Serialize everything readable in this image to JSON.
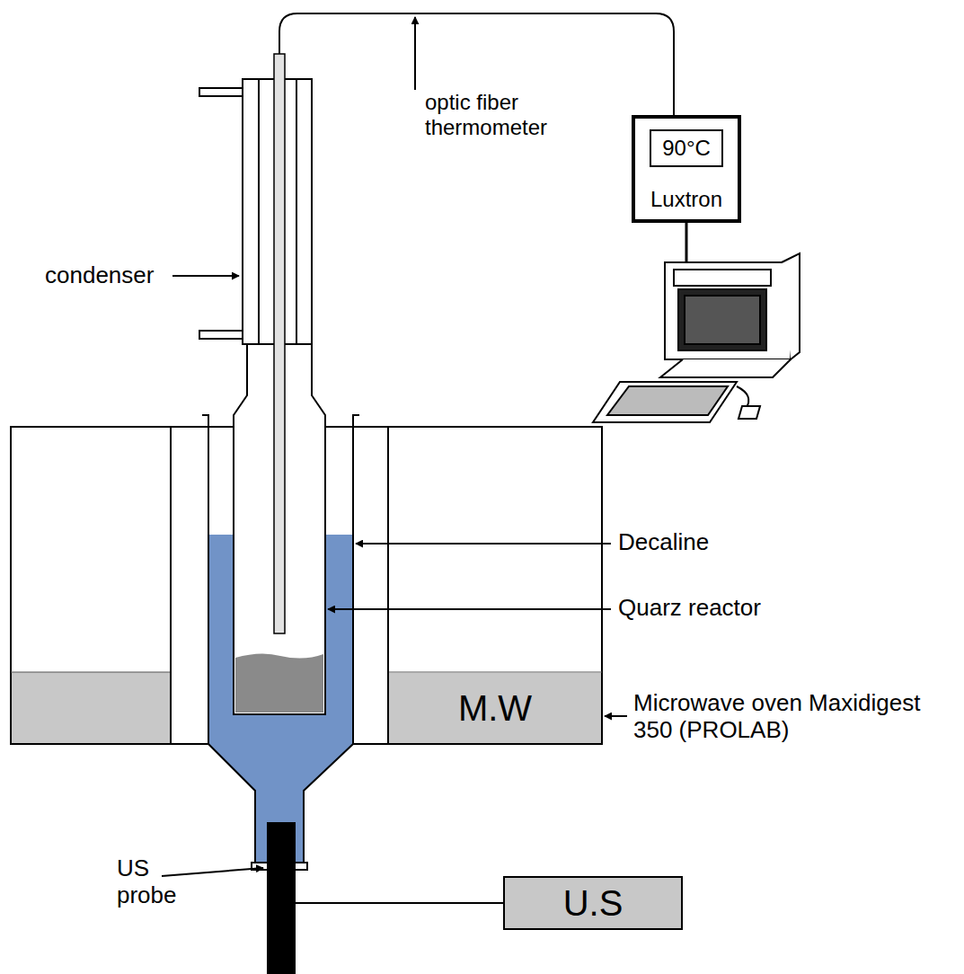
{
  "diagram": {
    "nodes": [
      {
        "text": [
          "Luxtron"
        ]
      },
      {
        "text": [
          "90°C"
        ],
        "in": 0
      },
      {
        "text": [
          "M.W"
        ]
      },
      {
        "text": [
          "U.S"
        ]
      }
    ],
    "labels": [
      "optic fiber thermometer",
      "condenser",
      "Decaline",
      "Quarz reactor",
      "Microwave oven Maxidigest 350 (PROLAB)",
      "US probe"
    ]
  }
}
